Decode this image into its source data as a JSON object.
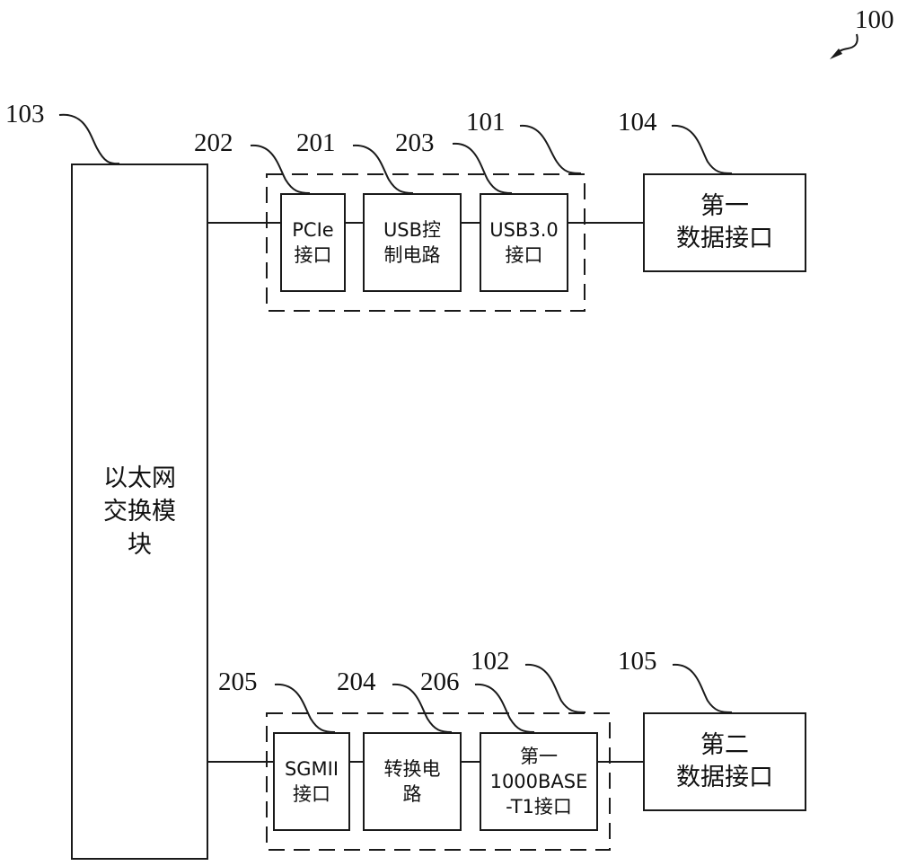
{
  "figure_ref": "100",
  "blocks": {
    "ethernet_switch": {
      "ref": "103",
      "label": "以太网\n交换模\n块"
    },
    "first_module": {
      "ref": "101"
    },
    "second_module": {
      "ref": "102"
    },
    "pcie": {
      "ref": "202",
      "label": "PCIe\n接口"
    },
    "usb_ctrl": {
      "ref": "201",
      "label": "USB控\n制电路"
    },
    "usb3": {
      "ref": "203",
      "label": "USB3.0\n接口"
    },
    "first_data_if": {
      "ref": "104",
      "label": "第一\n数据接口"
    },
    "sgmii": {
      "ref": "205",
      "label": "SGMII\n接口"
    },
    "convert": {
      "ref": "204",
      "label": "转换电\n路"
    },
    "base_t1": {
      "ref": "206",
      "label": "第一\n1000BASE\n-T1接口"
    },
    "second_data_if": {
      "ref": "105",
      "label": "第二\n数据接口"
    }
  }
}
